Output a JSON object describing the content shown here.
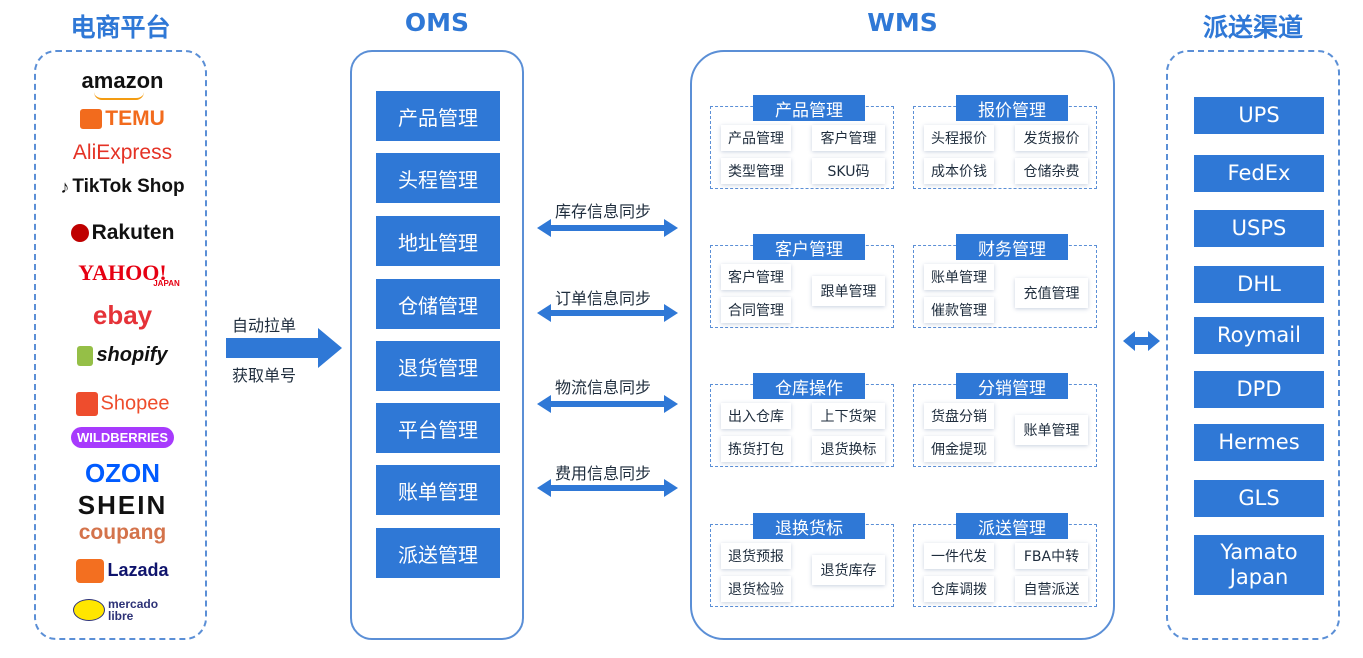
{
  "columns": {
    "platforms": "电商平台",
    "oms": "OMS",
    "wms": "WMS",
    "carriers": "派送渠道"
  },
  "platforms": [
    "amazon",
    "TEMU",
    "AliExpress",
    "TikTok Shop",
    "Rakuten",
    "YAHOO!",
    "ebay",
    "shopify",
    "Shopee",
    "WILDBERRIES",
    "OZON",
    "SHEIN",
    "coupang",
    "Lazada",
    "mercado libre"
  ],
  "platform_subtext": {
    "yahoo": "JAPAN"
  },
  "pull": {
    "line1": "自动拉单",
    "line2": "获取单号"
  },
  "oms_items": [
    "产品管理",
    "头程管理",
    "地址管理",
    "仓储管理",
    "退货管理",
    "平台管理",
    "账单管理",
    "派送管理"
  ],
  "sync": [
    "库存信息同步",
    "订单信息同步",
    "物流信息同步",
    "费用信息同步"
  ],
  "wms_groups": [
    {
      "title": "产品管理",
      "items": [
        "产品管理",
        "客户管理",
        "类型管理",
        "SKU码"
      ]
    },
    {
      "title": "报价管理",
      "items": [
        "头程报价",
        "发货报价",
        "成本价钱",
        "仓储杂费"
      ]
    },
    {
      "title": "客户管理",
      "items": [
        "客户管理",
        "合同管理",
        "跟单管理"
      ]
    },
    {
      "title": "财务管理",
      "items": [
        "账单管理",
        "催款管理",
        "充值管理"
      ]
    },
    {
      "title": "仓库操作",
      "items": [
        "出入仓库",
        "上下货架",
        "拣货打包",
        "退货换标"
      ]
    },
    {
      "title": "分销管理",
      "items": [
        "货盘分销",
        "佣金提现",
        "账单管理"
      ]
    },
    {
      "title": "退换货标",
      "items": [
        "退货预报",
        "退货检验",
        "退货库存"
      ]
    },
    {
      "title": "派送管理",
      "items": [
        "一件代发",
        "FBA中转",
        "仓库调拨",
        "自营派送"
      ]
    }
  ],
  "carriers": [
    "UPS",
    "FedEx",
    "USPS",
    "DHL",
    "Roymail",
    "DPD",
    "Hermes",
    "GLS",
    "Yamato Japan"
  ],
  "colors": {
    "primary": "#2f78d6",
    "border": "#5b8fd6"
  }
}
